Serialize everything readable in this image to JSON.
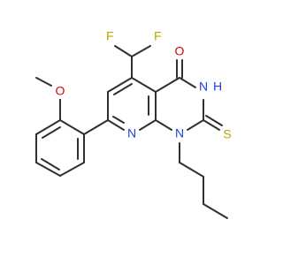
{
  "molecule": {
    "atoms": {
      "f1": {
        "label": "F",
        "color": "#b8a800"
      },
      "f2": {
        "label": "F",
        "color": "#b8a800"
      },
      "o_ketone": {
        "label": "O",
        "color": "#e00000"
      },
      "n_h": {
        "label": "N",
        "color": "#1f3fe0"
      },
      "h_nh": {
        "label": "H",
        "color": "#1f3fe0"
      },
      "o_methoxy": {
        "label": "O",
        "color": "#e00000"
      },
      "n_pyridine": {
        "label": "N",
        "color": "#1f3fe0"
      },
      "n_butyl": {
        "label": "N",
        "color": "#1f3fe0"
      },
      "s_thione": {
        "label": "S",
        "color": "#b8a800"
      }
    },
    "bond_color": "#2f2f2f",
    "background": "#ffffff"
  }
}
